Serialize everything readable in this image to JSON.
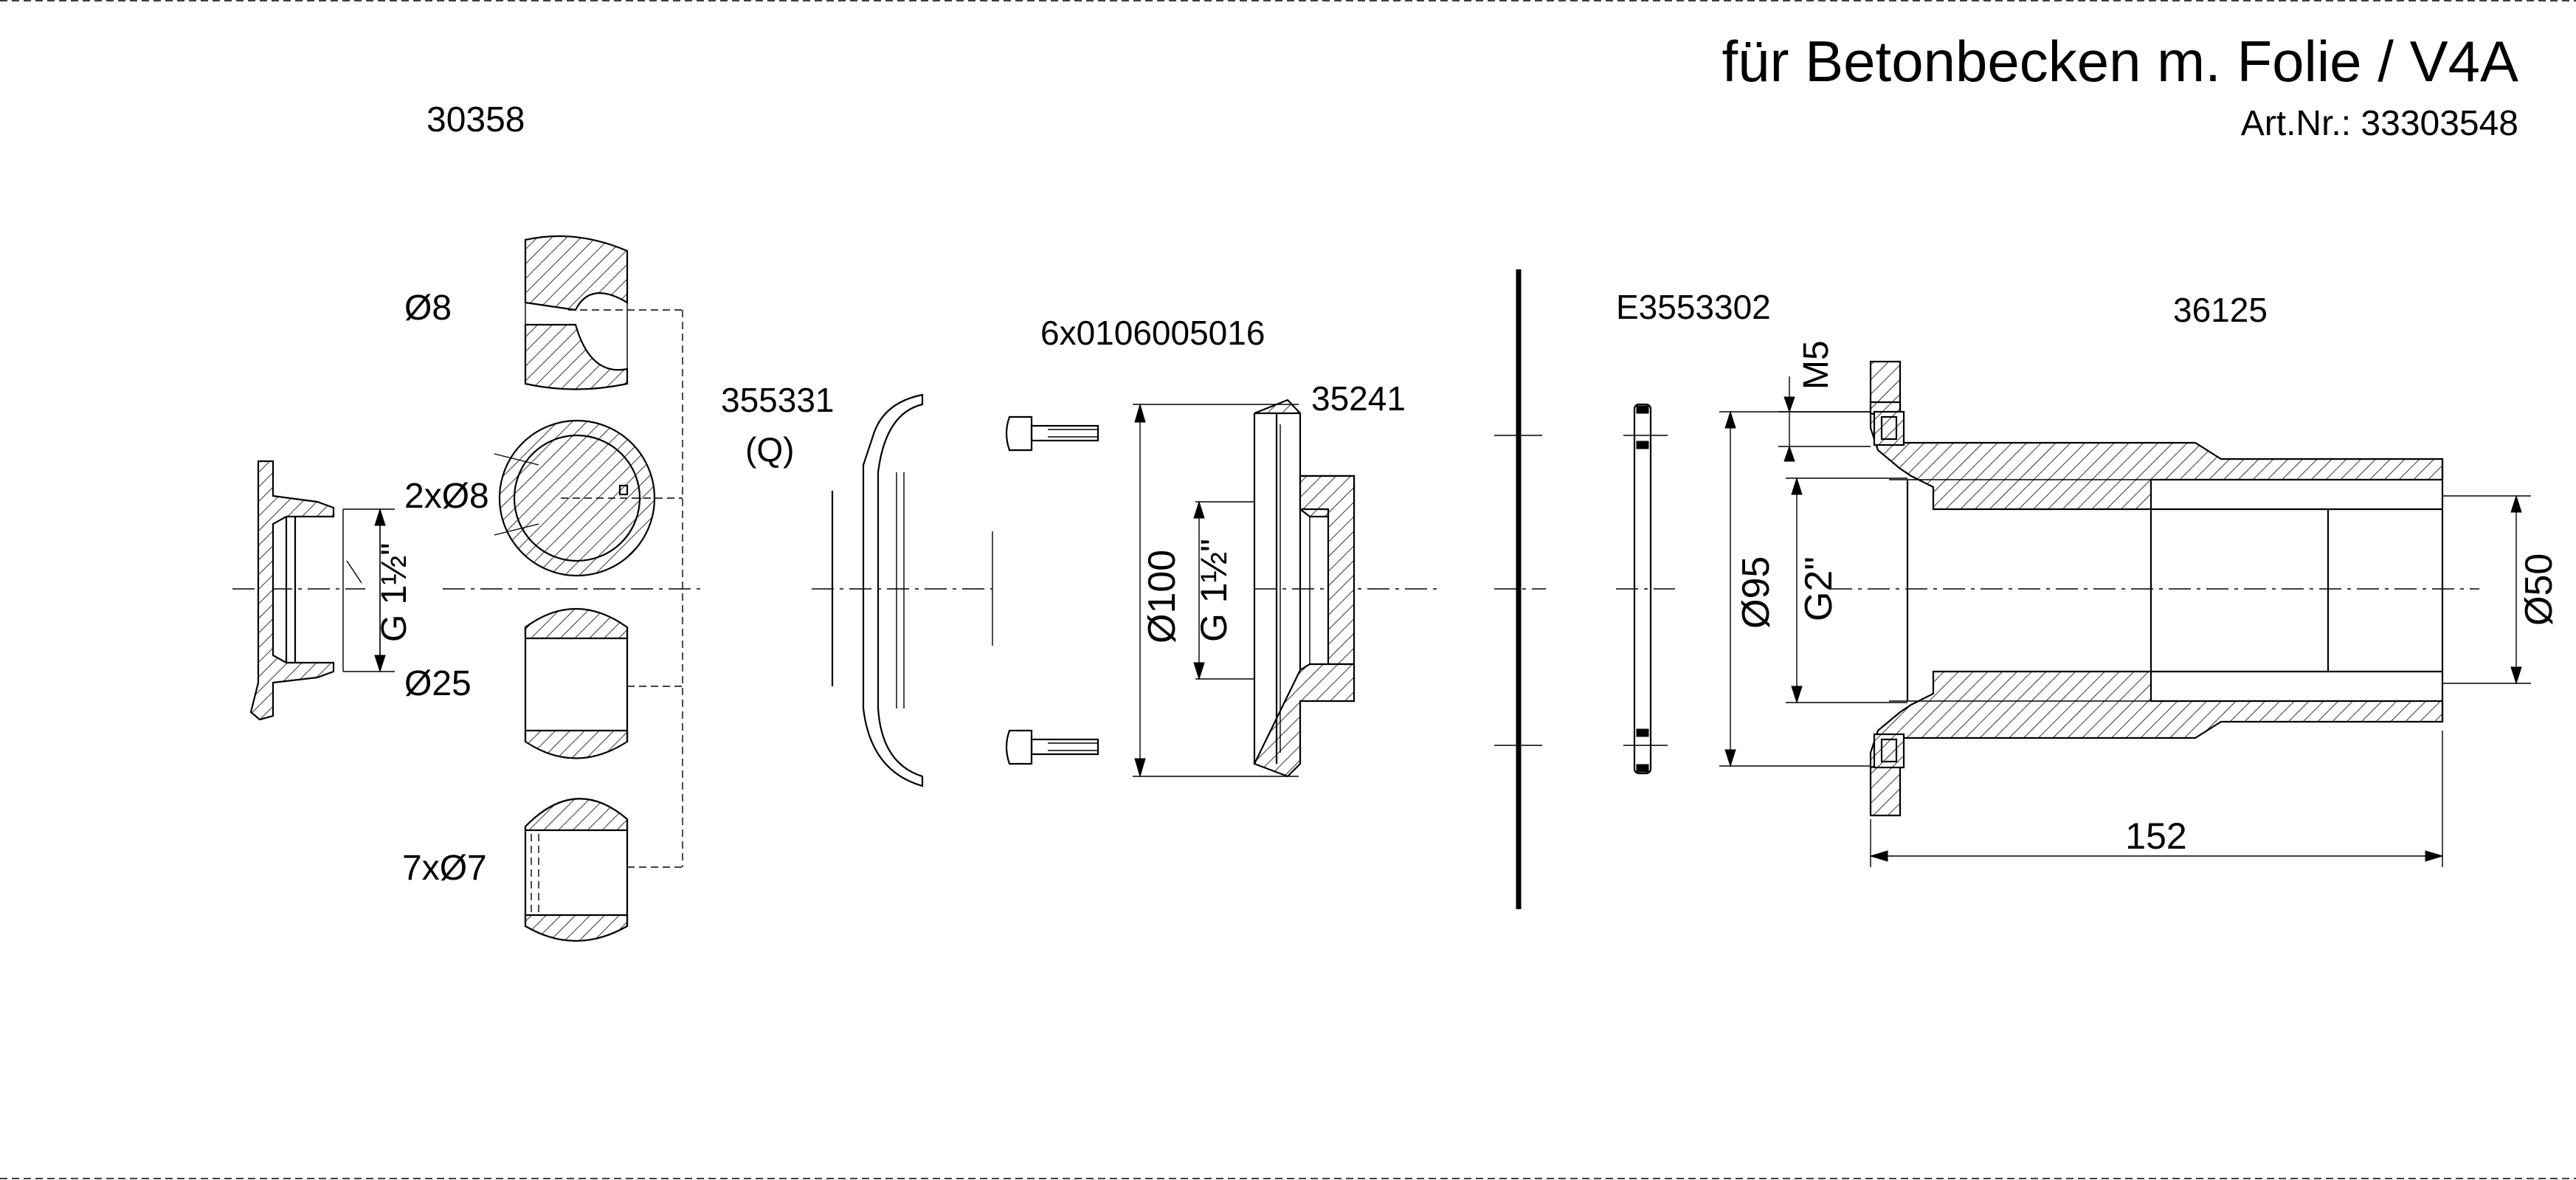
{
  "header": {
    "title": "für Betonbecken m. Folie / V4A",
    "article": "Art.Nr.: 33303548"
  },
  "parts": {
    "nozzle_insert": "30358",
    "cover": "355331",
    "cover_note": "(Q)",
    "screws": "6x0106005016",
    "flange": "35241",
    "gasket": "E3553302",
    "housing": "36125"
  },
  "nozzles": {
    "d8": "Ø8",
    "d2x8": "2xØ8",
    "d25": "Ø25",
    "d7x7": "7xØ7"
  },
  "dimensions": {
    "insert_thread": "G 1½\"",
    "flange_diameter": "Ø100",
    "flange_thread": "G 1½\"",
    "thread_m5": "M5",
    "housing_outer": "Ø95",
    "housing_thread": "G2\"",
    "pipe_diameter": "Ø50",
    "housing_length": "152"
  }
}
